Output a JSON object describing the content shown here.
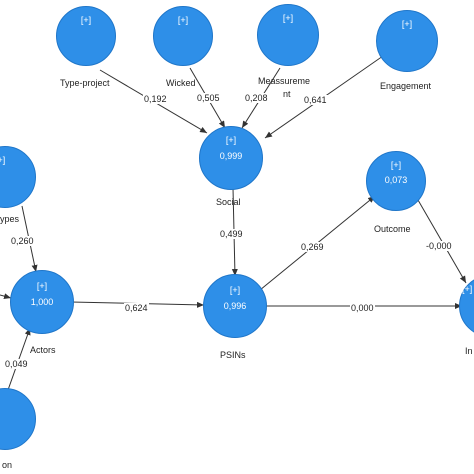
{
  "colors": {
    "node_fill": "#2e8fe8",
    "edge": "#333333",
    "text": "#222222"
  },
  "nodes": {
    "type_project": {
      "expand": "[+]",
      "label": "Type-project"
    },
    "wicked": {
      "expand": "[+]",
      "label": "Wicked"
    },
    "measurement": {
      "expand": "[+]",
      "label_line1": "Meassureme",
      "label_line2": "nt"
    },
    "engagement": {
      "expand": "[+]",
      "label": "Engagement"
    },
    "social": {
      "expand": "[+]",
      "value": "0,999",
      "label": "Social"
    },
    "outcome": {
      "expand": "[+]",
      "value": "0,073",
      "label": "Outcome"
    },
    "left_top": {
      "expand": "[+]"
    },
    "types_partial": {
      "label": "ypes"
    },
    "actors": {
      "expand": "[+]",
      "value": "1,000",
      "label": "Actors"
    },
    "psins": {
      "expand": "[+]",
      "value": "0,996",
      "label": "PSINs"
    },
    "right_partial": {
      "expand": "[+]",
      "label": "In"
    },
    "bottom_left": {
      "label": "on"
    }
  },
  "edges": {
    "type_project_social": "0,192",
    "wicked_social": "0,505",
    "measurement_social": "0,208",
    "engagement_social": "0,641",
    "social_psins": "0,499",
    "psins_outcome": "0,269",
    "outcome_right": "-0,000",
    "types_actors": "0,260",
    "actors_psins": "0,624",
    "psins_right": "0,000",
    "bottom_actors": "0,049"
  }
}
